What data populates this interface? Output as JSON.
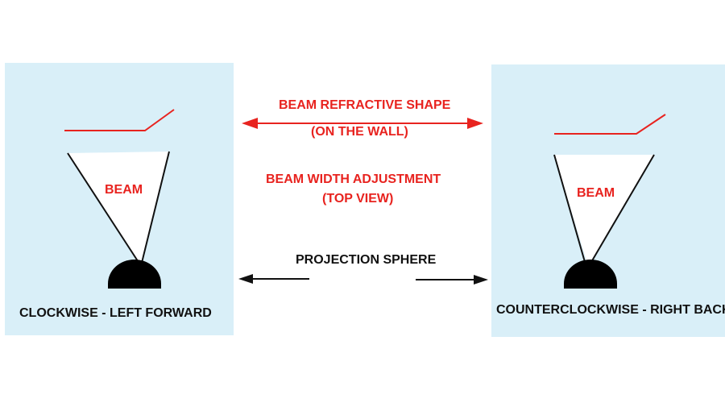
{
  "refractive": {
    "title": "BEAM REFRACTIVE SHAPE",
    "subtitle": "(ON THE WALL)"
  },
  "width_adjustment": {
    "title": "BEAM WIDTH ADJUSTMENT",
    "subtitle": "(TOP VIEW)"
  },
  "sphere_label": "PROJECTION SPHERE",
  "left_panel": {
    "beam_label": "BEAM",
    "caption": "CLOCKWISE - LEFT FORWARD"
  },
  "right_panel": {
    "beam_label": "BEAM",
    "caption": "COUNTERCLOCKWISE - RIGHT BACK"
  },
  "colors": {
    "panel_background": "#d9eff8",
    "accent_red": "#e8231f",
    "dark": "#111111"
  },
  "icons": [
    "projection-sphere-icon",
    "double-arrow-icon",
    "arrow-left-icon",
    "arrow-right-icon"
  ]
}
